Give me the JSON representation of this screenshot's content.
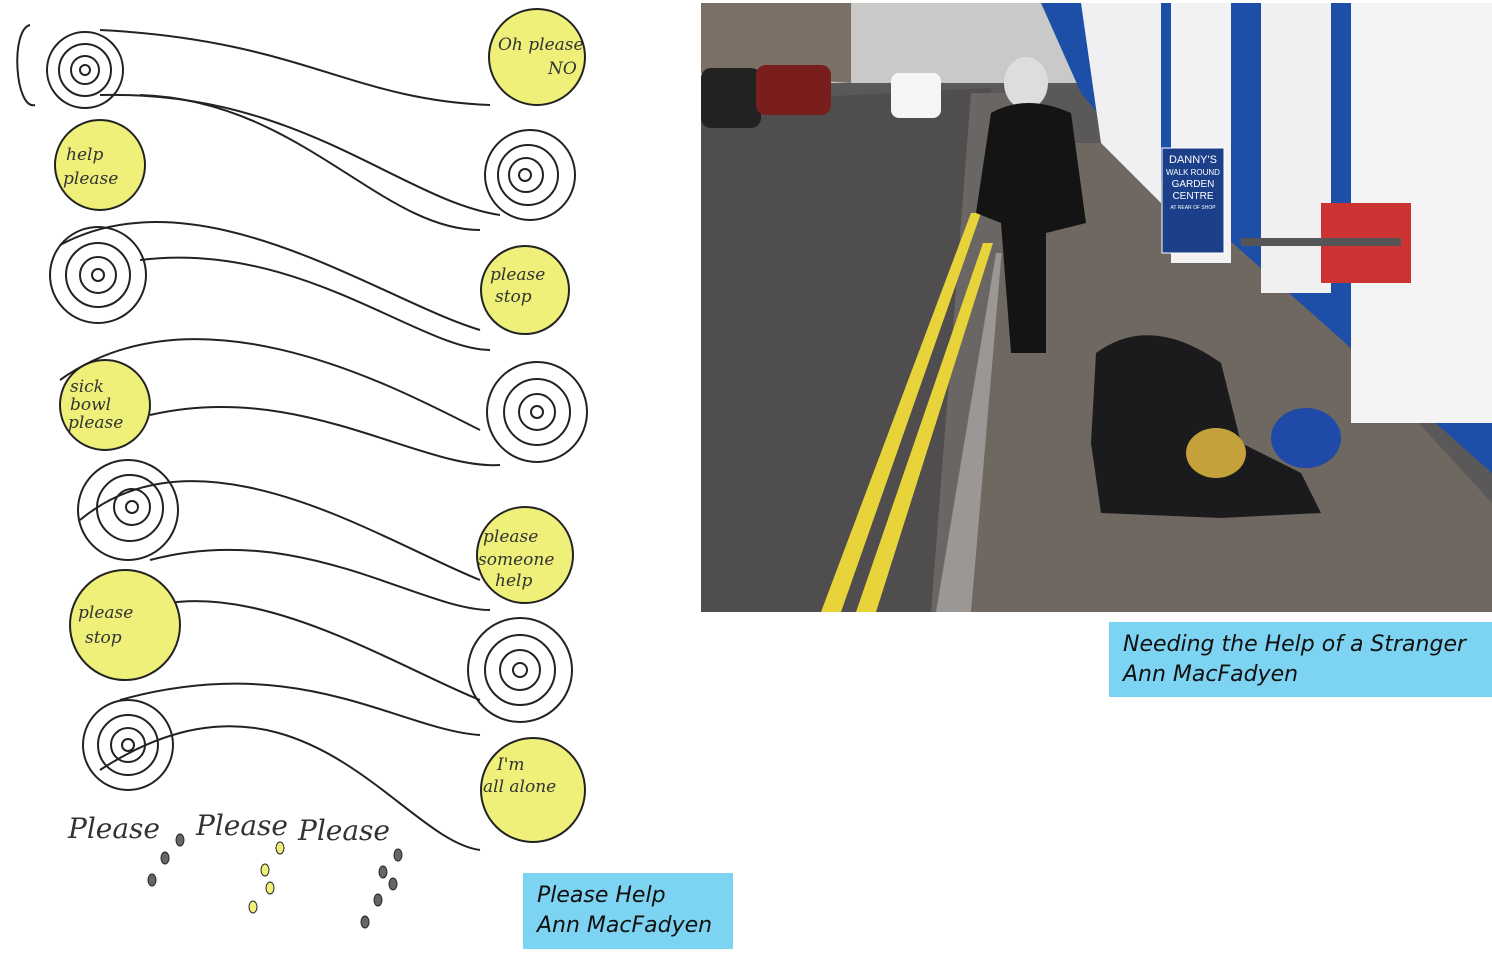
{
  "artworks": [
    {
      "caption_title": "Please Help",
      "caption_artist": "Ann MacFadyen",
      "handwritten_bubbles": [
        "Oh please NO",
        "help please",
        "please stop",
        "sick bowl please",
        "please someone help",
        "please stop",
        "I'm all alone"
      ],
      "handwritten_footer": [
        "Please",
        "Please",
        "Please"
      ],
      "highlight_color": "#eef07a"
    },
    {
      "caption_title": "Needing the Help of a Stranger",
      "caption_artist": "Ann MacFadyen",
      "sign_text": [
        "DANNY'S",
        "WALK ROUND",
        "GARDEN",
        "CENTRE",
        "AT REAR OF SHOP"
      ]
    }
  ],
  "caption_color": "#7dd3f2"
}
